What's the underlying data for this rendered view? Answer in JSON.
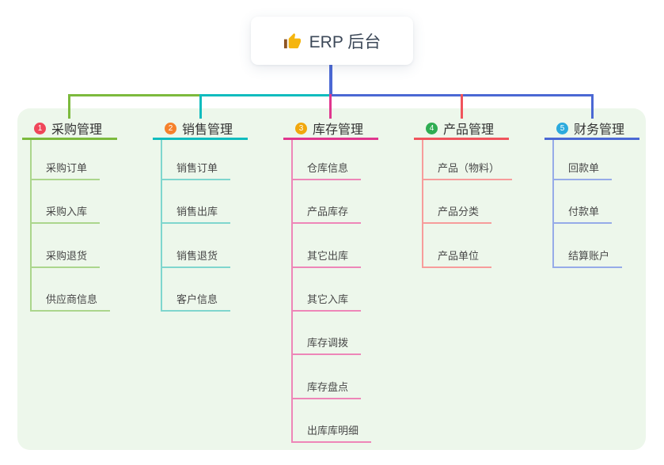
{
  "root": {
    "title": "ERP 后台",
    "icon": "thumbs-up-icon"
  },
  "colors": {
    "panel_bg": "#EDF7EB",
    "root_connector": "#4B68D4"
  },
  "branches": [
    {
      "index": "1",
      "label": "采购管理",
      "badge_color": "#F0475A",
      "line_color": "#7CBA3D",
      "child_line_color": "#ABD68C",
      "children": [
        "采购订单",
        "采购入库",
        "采购退货",
        "供应商信息"
      ]
    },
    {
      "index": "2",
      "label": "销售管理",
      "badge_color": "#F6812B",
      "line_color": "#10BCBE",
      "child_line_color": "#7FD6CE",
      "children": [
        "销售订单",
        "销售出库",
        "销售退货",
        "客户信息"
      ]
    },
    {
      "index": "3",
      "label": "库存管理",
      "badge_color": "#F1A70D",
      "line_color": "#E0368E",
      "child_line_color": "#EE86B8",
      "children": [
        "仓库信息",
        "产品库存",
        "其它出库",
        "其它入库",
        "库存调拨",
        "库存盘点",
        "出库库明细"
      ]
    },
    {
      "index": "4",
      "label": "产品管理",
      "badge_color": "#2FAD52",
      "line_color": "#F0545C",
      "child_line_color": "#F79C9B",
      "children": [
        "产品（物料）",
        "产品分类",
        "产品单位"
      ]
    },
    {
      "index": "5",
      "label": "财务管理",
      "badge_color": "#2CAADD",
      "line_color": "#4B68D4",
      "child_line_color": "#96ABE8",
      "children": [
        "回款单",
        "付款单",
        "结算账户"
      ]
    }
  ]
}
